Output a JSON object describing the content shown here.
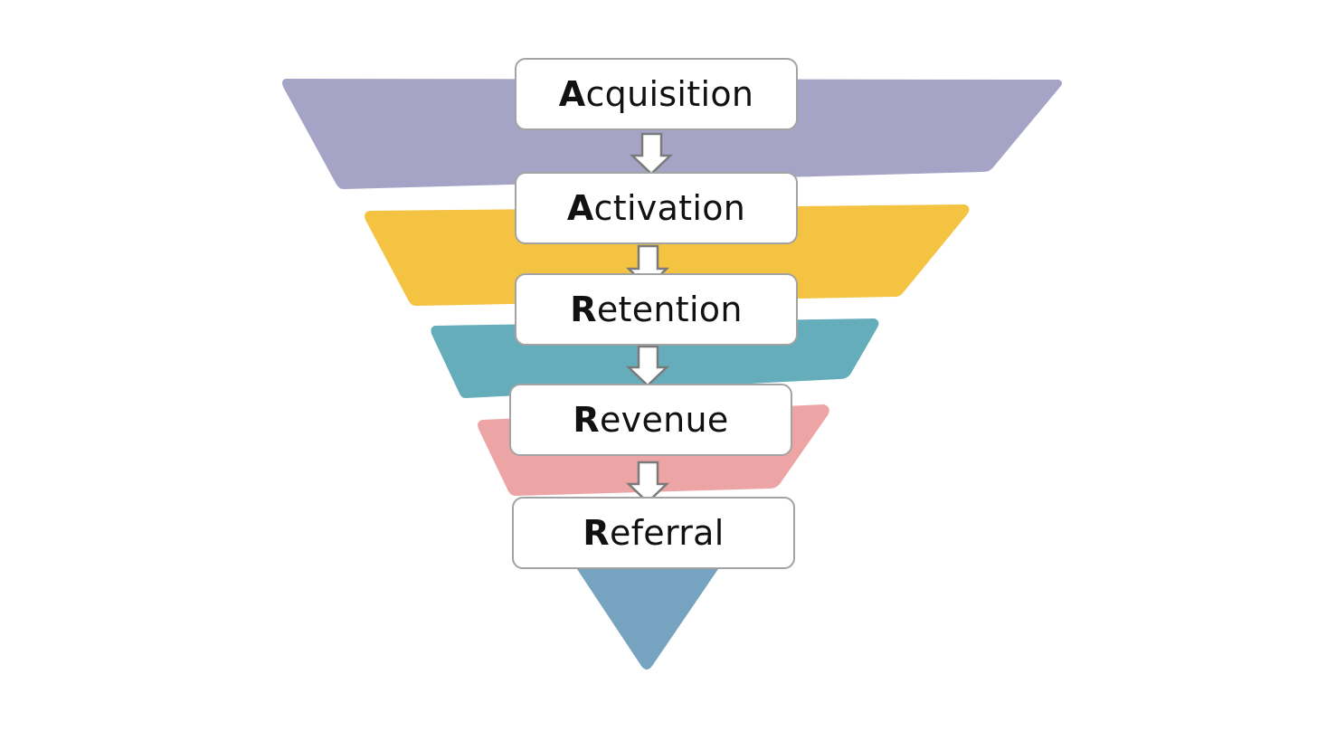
{
  "stages": [
    {
      "initial": "A",
      "rest": "cquisition",
      "color": "#a5a4c7"
    },
    {
      "initial": "A",
      "rest": "ctivation",
      "color": "#f5c342"
    },
    {
      "initial": "R",
      "rest": "etention",
      "color": "#66adbb"
    },
    {
      "initial": "R",
      "rest": "evenue",
      "color": "#eda4a5"
    },
    {
      "initial": "R",
      "rest": "eferral",
      "color": "#76a3c0"
    }
  ],
  "colors": {
    "box_border": "#a3a3a3",
    "arrow_border": "#7a7a7a",
    "background": "#ffffff"
  }
}
